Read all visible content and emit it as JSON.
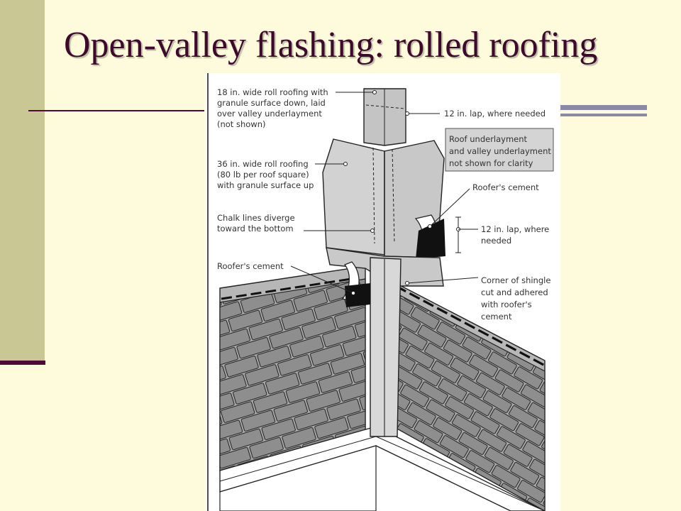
{
  "slide": {
    "title": "Open-valley flashing: rolled roofing"
  },
  "diagram": {
    "labels": {
      "roll18": [
        "18 in. wide roll roofing with",
        "granule surface down, laid",
        "over valley underlayment",
        "(not shown)"
      ],
      "roll36": [
        "36 in. wide roll roofing",
        "(80 lb per roof square)",
        "with granule surface up"
      ],
      "chalk": [
        "Chalk lines diverge",
        "toward the bottom"
      ],
      "cement_left": [
        "Roofer's cement"
      ],
      "lap_top": [
        "12 in. lap, where needed"
      ],
      "note": [
        "Roof underlayment",
        "and valley underlayment",
        "not shown for clarity"
      ],
      "cement_right": [
        "Roofer's cement"
      ],
      "lap_mid": [
        "12 in. lap, where",
        "needed"
      ],
      "corner": [
        "Corner of shingle",
        "cut and adhered",
        "with roofer's",
        "cement"
      ]
    }
  }
}
